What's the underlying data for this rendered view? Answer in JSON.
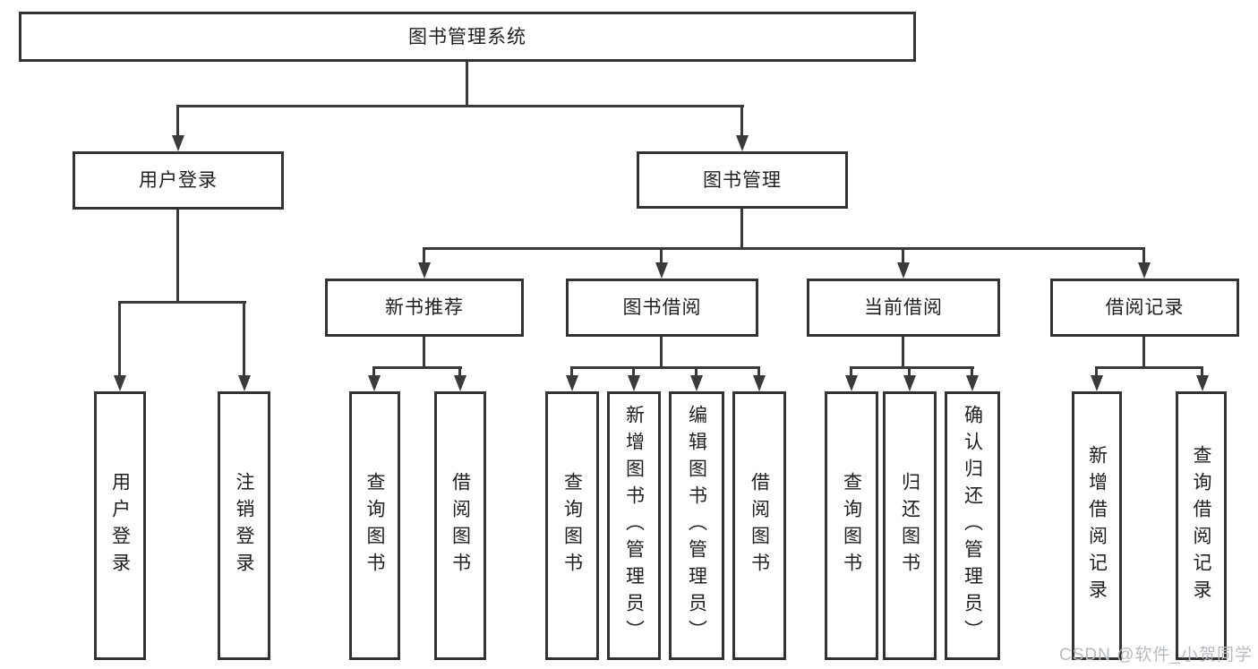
{
  "tree": {
    "label": "图书管理系统",
    "children": [
      {
        "label": "用户登录",
        "children": [
          {
            "label": "用户登录"
          },
          {
            "label": "注销登录"
          }
        ]
      },
      {
        "label": "图书管理",
        "children": [
          {
            "label": "新书推荐",
            "children": [
              {
                "label": "查询图书"
              },
              {
                "label": "借阅图书"
              }
            ]
          },
          {
            "label": "图书借阅",
            "children": [
              {
                "label": "查询图书"
              },
              {
                "label": "新增图书（管理员）"
              },
              {
                "label": "编辑图书（管理员）"
              },
              {
                "label": "借阅图书"
              }
            ]
          },
          {
            "label": "当前借阅",
            "children": [
              {
                "label": "查询图书"
              },
              {
                "label": "归还图书"
              },
              {
                "label": "确认归还（管理员）"
              }
            ]
          },
          {
            "label": "借阅记录",
            "children": [
              {
                "label": "新增借阅记录"
              },
              {
                "label": "查询借阅记录"
              }
            ]
          }
        ]
      }
    ]
  },
  "watermark": {
    "text": "CSDN @软件_小贺同学"
  },
  "colors": {
    "line": "#3a3a3a",
    "box_border": "#333333",
    "text": "#1f1f1f",
    "background": "#ffffff",
    "watermark": "#b7bbc1"
  }
}
